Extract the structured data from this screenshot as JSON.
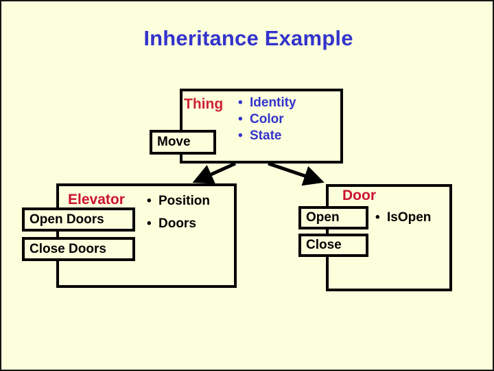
{
  "slide": {
    "title": "Inheritance Example",
    "background_color": "#FCFFDC",
    "border_color": "#141414",
    "title_color": "#3333CC",
    "class_name_color": "#CC1133",
    "attribute_blue_color": "#3333CC",
    "attribute_black_color": "#000000"
  },
  "diagram": {
    "type": "uml-inheritance",
    "classes": [
      {
        "id": "thing",
        "name": "Thing",
        "name_color": "#CC2233",
        "attributes": [
          "Identity",
          "Color",
          "State"
        ],
        "attribute_color": "#3333CC",
        "methods": [
          "Move"
        ]
      },
      {
        "id": "elevator",
        "name": "Elevator",
        "name_color": "#CC1133",
        "attributes": [
          "Position",
          "Doors"
        ],
        "attribute_color": "#000000",
        "methods": [
          "Open Doors",
          "Close Doors"
        ]
      },
      {
        "id": "door",
        "name": "Door",
        "name_color": "#CC1133",
        "attributes": [
          "IsOpen"
        ],
        "attribute_color": "#000000",
        "methods": [
          "Open",
          "Close"
        ]
      }
    ],
    "relationships": [
      {
        "from": "thing",
        "to": "elevator",
        "kind": "inheritance-arrow"
      },
      {
        "from": "thing",
        "to": "door",
        "kind": "inheritance-arrow"
      }
    ],
    "bullet_glyph": "•"
  }
}
